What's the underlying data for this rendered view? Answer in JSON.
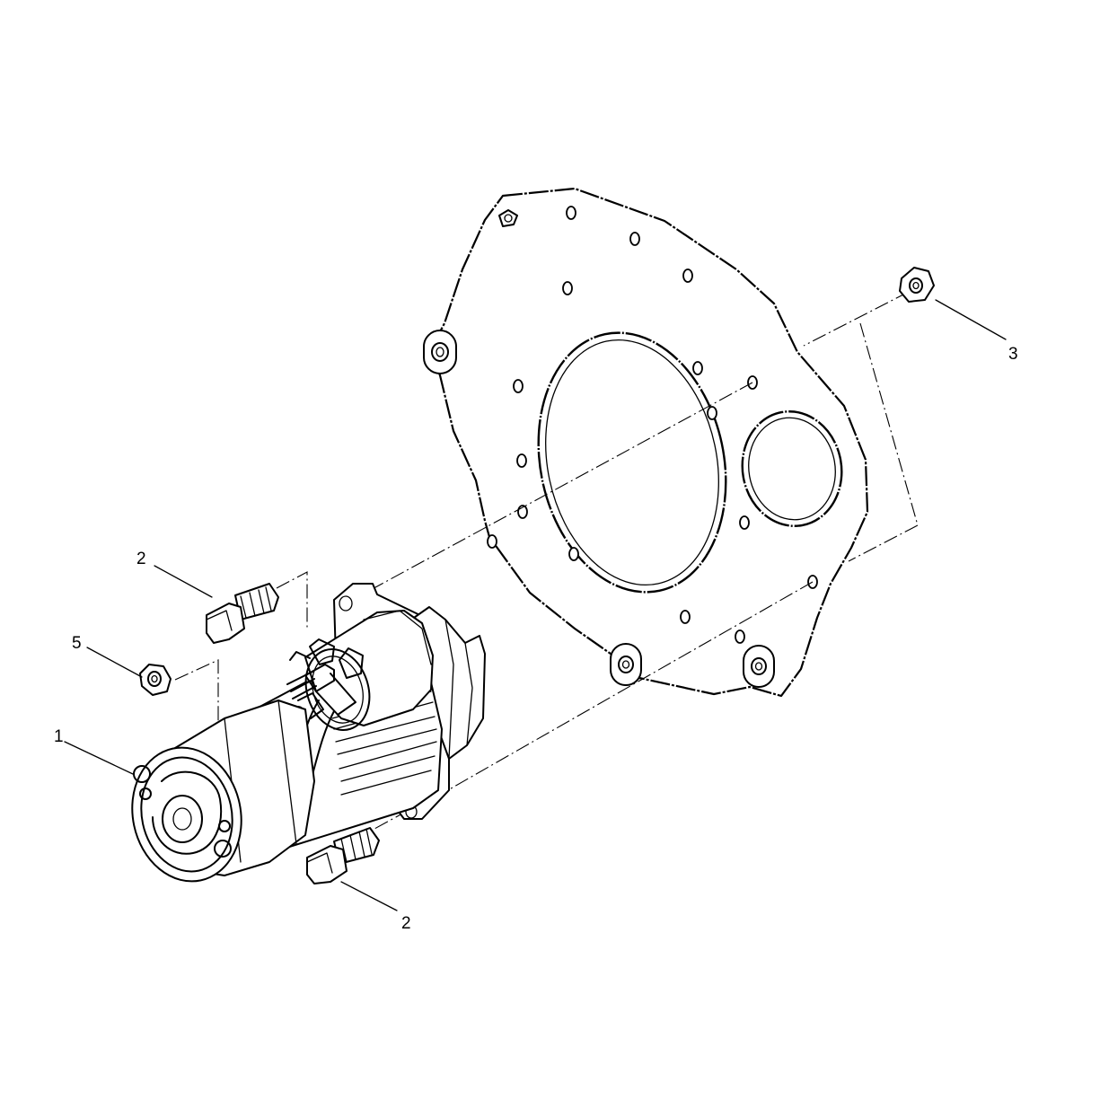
{
  "callouts": [
    {
      "id": "starter-motor",
      "label": "1"
    },
    {
      "id": "bolt-upper",
      "label": "2"
    },
    {
      "id": "bolt-lower",
      "label": "2"
    },
    {
      "id": "nut-plate",
      "label": "3"
    },
    {
      "id": "nut-terminal",
      "label": "5"
    }
  ],
  "colors": {
    "line": "#000000",
    "background": "#ffffff"
  }
}
